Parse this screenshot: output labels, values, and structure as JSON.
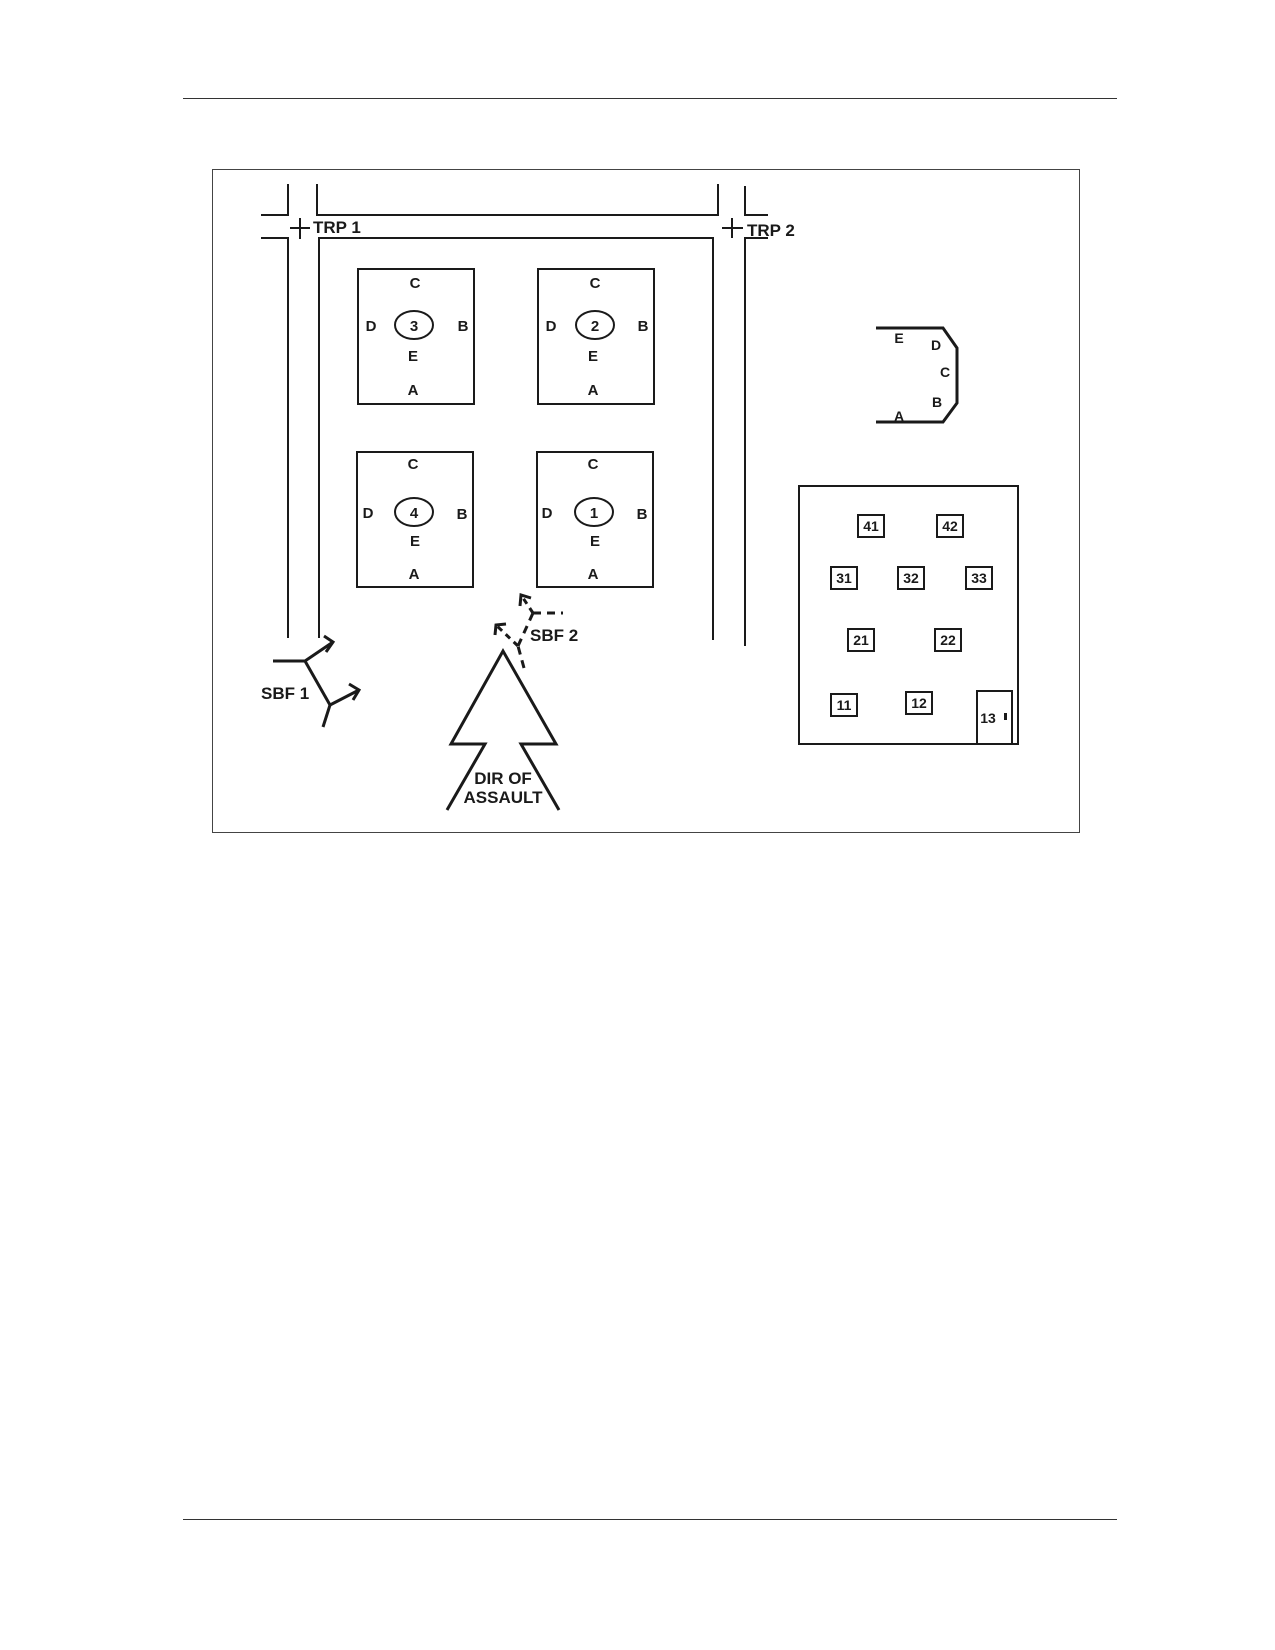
{
  "trp": [
    "TRP 1",
    "TRP 2"
  ],
  "buildings": [
    {
      "number": "3",
      "sides": {
        "top": "C",
        "left": "D",
        "right": "B",
        "center": "E",
        "bottom": "A"
      }
    },
    {
      "number": "2",
      "sides": {
        "top": "C",
        "left": "D",
        "right": "B",
        "center": "E",
        "bottom": "A"
      }
    },
    {
      "number": "4",
      "sides": {
        "top": "C",
        "left": "D",
        "right": "B",
        "center": "E",
        "bottom": "A"
      }
    },
    {
      "number": "1",
      "sides": {
        "top": "C",
        "left": "D",
        "right": "B",
        "center": "E",
        "bottom": "A"
      }
    }
  ],
  "wall_labels": [
    "E",
    "D",
    "C",
    "B",
    "A"
  ],
  "room_numbers": [
    "41",
    "42",
    "31",
    "32",
    "33",
    "21",
    "22",
    "11",
    "12",
    "13"
  ],
  "sbf": [
    "SBF 1",
    "SBF 2"
  ],
  "assault": [
    "DIR OF",
    "ASSAULT"
  ]
}
